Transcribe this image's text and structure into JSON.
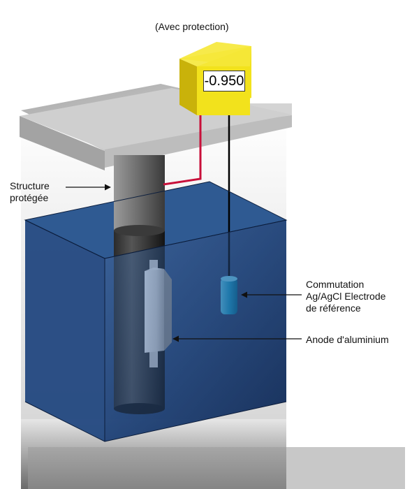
{
  "caption": "(Avec protection)",
  "meter": {
    "reading": "-0.950"
  },
  "labels": {
    "structure": [
      "Structure",
      "protégée"
    ],
    "reference": [
      "Commutation",
      "Ag/AgCl Electrode",
      "de référence"
    ],
    "anode": "Anode d'aluminium"
  },
  "colors": {
    "water": "#1f3f73",
    "meter_body": "#f2e21c",
    "reference_cable": "#c8103a",
    "reference_electrode": "#1d9fce",
    "pile": "#3a3a3a",
    "deck": "#c9c9c9"
  }
}
